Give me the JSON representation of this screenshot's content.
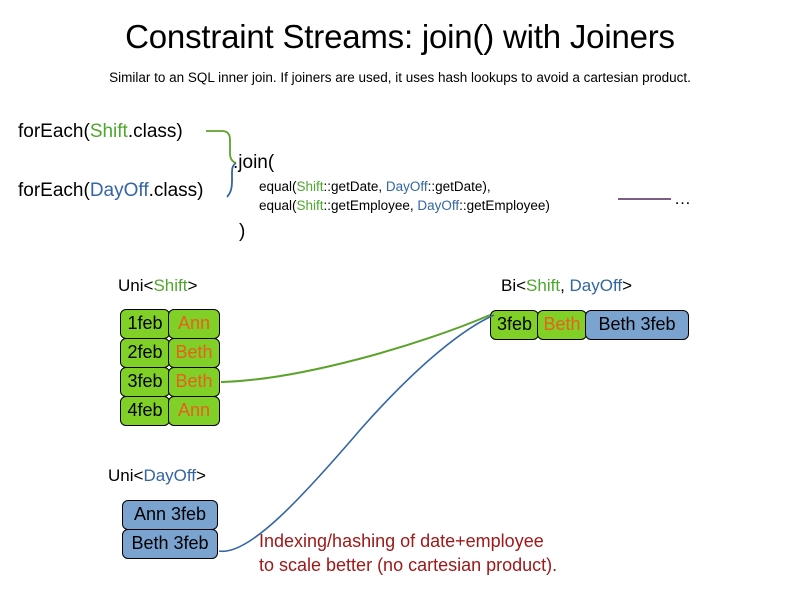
{
  "slide": {
    "title": "Constraint Streams: join() with Joiners",
    "subtitle": "Similar to an SQL inner join. If joiners are used, it uses hash lookups to avoid a cartesian product."
  },
  "colors": {
    "shift_green": "#4ea72e",
    "dayoff_blue": "#3465a4",
    "box_green": "#80d027",
    "box_blue": "#7ba3d0",
    "name_orange": "#e8601c",
    "footnote_red": "#a01818",
    "rule_purple": "#7d5d86",
    "link_green": "#5ba32b",
    "link_blue": "#3465a4"
  },
  "code": {
    "foreach_shift": {
      "prefix": "forEach(",
      "type": "Shift",
      "suffix": ".class)"
    },
    "foreach_dayoff": {
      "prefix": "forEach(",
      "type": "DayOff",
      "suffix": ".class)"
    },
    "join_open": ".join(",
    "join_close": ")",
    "equal_date": {
      "prefix": "equal(",
      "left_type": "Shift",
      "left_method": "::getDate, ",
      "right_type": "DayOff",
      "right_method": "::getDate),"
    },
    "equal_employee": {
      "prefix": "equal(",
      "left_type": "Shift",
      "left_method": "::getEmployee, ",
      "right_type": "DayOff",
      "right_method": "::getEmployee)"
    },
    "ellipsis": "…"
  },
  "captions": {
    "uni_shift": {
      "prefix": "Uni<",
      "type": "Shift",
      "suffix": ">"
    },
    "uni_dayoff": {
      "prefix": "Uni<",
      "type": "DayOff",
      "suffix": ">"
    },
    "bi": {
      "prefix": "Bi<",
      "type_a": "Shift",
      "separator": ", ",
      "type_b": "DayOff",
      "suffix": ">"
    }
  },
  "uni_shift_rows": [
    {
      "date": "1feb",
      "name": "Ann"
    },
    {
      "date": "2feb",
      "name": "Beth"
    },
    {
      "date": "3feb",
      "name": "Beth"
    },
    {
      "date": "4feb",
      "name": "Ann"
    }
  ],
  "uni_dayoff_rows": [
    {
      "pair": "Ann 3feb"
    },
    {
      "pair": "Beth 3feb"
    }
  ],
  "bi_row": {
    "date": "3feb",
    "name": "Beth",
    "pair": "Beth 3feb"
  },
  "footnote": {
    "line1": "Indexing/hashing of date+employee",
    "line2": "to scale better (no cartesian product)."
  }
}
